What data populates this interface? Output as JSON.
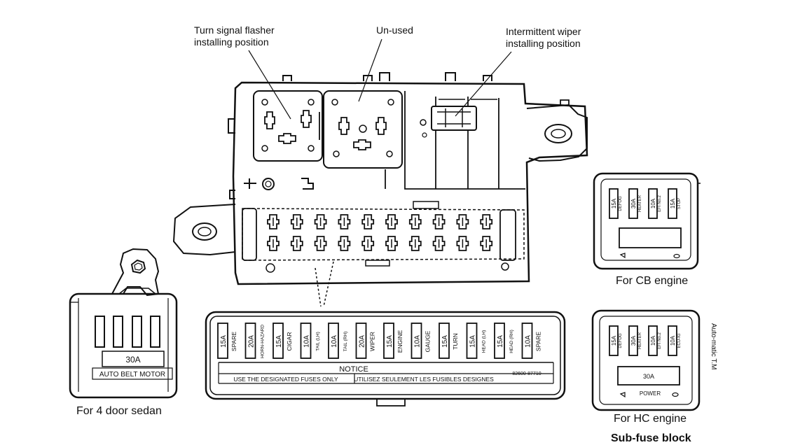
{
  "callouts": {
    "turn_signal": [
      "Turn signal flasher",
      "installing position"
    ],
    "unused": "Un-used",
    "wiper": [
      "Intermittent wiper",
      "installing position"
    ]
  },
  "fuse_panel": {
    "fuses": [
      {
        "amp": "15A",
        "label": "SPARE"
      },
      {
        "amp": "20A",
        "label": "HORN-HAZARD"
      },
      {
        "amp": "15A",
        "label": "CIGAR"
      },
      {
        "amp": "10A",
        "label": "TAIL (LH)"
      },
      {
        "amp": "10A",
        "label": "TAIL (RH)"
      },
      {
        "amp": "20A",
        "label": "WIPER"
      },
      {
        "amp": "15A",
        "label": "ENGINE"
      },
      {
        "amp": "10A",
        "label": "GAUGE"
      },
      {
        "amp": "15A",
        "label": "TURN"
      },
      {
        "amp": "15A",
        "label": "HEAD (LH)"
      },
      {
        "amp": "15A",
        "label": "HEAD (RH)"
      },
      {
        "amp": "10A",
        "label": "SPARE"
      }
    ],
    "notice_title": "NOTICE",
    "notice_en": "USE THE DESIGNATED FUSES ONLY",
    "notice_fr": "UTILISEZ SEULEMENT LES FUSIBLES DESIGNES",
    "part_no": "82600-87710"
  },
  "belt_block": {
    "fuse": "30A",
    "label": "AUTO BELT MOTOR",
    "caption": "For 4 door sedan"
  },
  "cb_block": {
    "fuses": [
      {
        "amp": "15A",
        "label": "DEFOG"
      },
      {
        "amp": "30A",
        "label": "HEATER"
      },
      {
        "amp": "10A",
        "label": "EFI No.2"
      },
      {
        "amp": "15A",
        "label": "STOP"
      }
    ],
    "caption": "For CB engine"
  },
  "hc_block": {
    "fuses": [
      {
        "amp": "15A",
        "label": "DEFOG"
      },
      {
        "amp": "30A",
        "label": "HEATER"
      },
      {
        "amp": "10A",
        "label": "EFI No.2"
      },
      {
        "amp": "10A",
        "label": "ECU-IG"
      }
    ],
    "power_fuse": "30A",
    "power_label": "POWER",
    "side_note": "Auto-matic T.M",
    "caption": "For HC engine"
  },
  "footer_title": "Sub-fuse block"
}
